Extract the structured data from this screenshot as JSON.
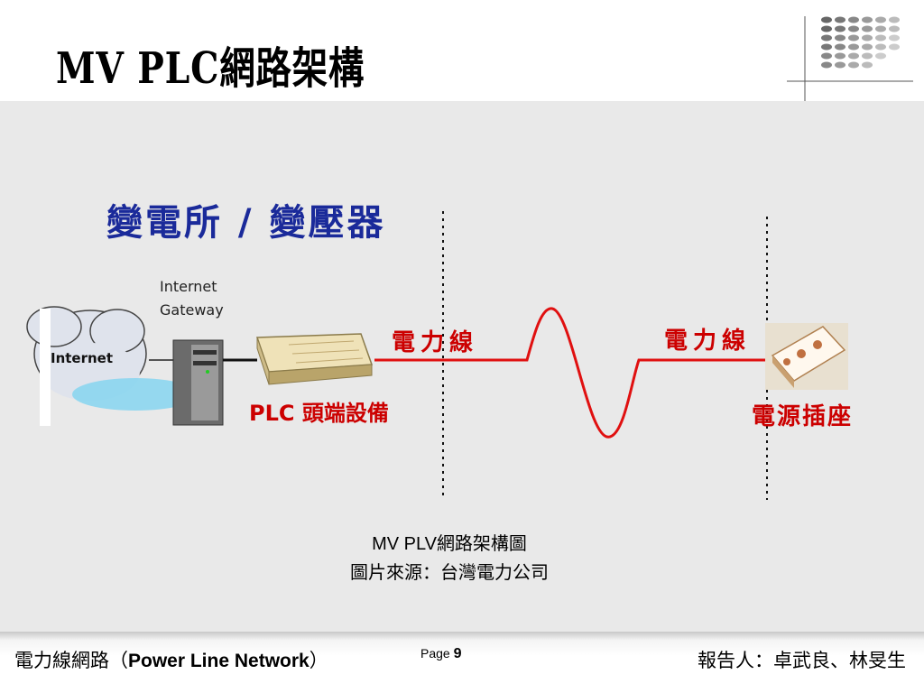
{
  "slide": {
    "title": "MV PLC網路架構"
  },
  "diagram": {
    "substation_label": "變電所 / 變壓器",
    "gateway_label_line1": "Internet",
    "gateway_label_line2": "Gateway",
    "cloud_label": "Internet",
    "plc_head_label": "PLC 頭端設備",
    "powerline_label_1": "電力線",
    "powerline_label_2": "電力線",
    "outlet_label": "電源插座",
    "colors": {
      "blue_text": "#1a2a9a",
      "red_text": "#cc0000",
      "power_line": "#e01010"
    }
  },
  "caption": {
    "line1": "MV PLV網路架構圖",
    "line2": "圖片來源：台灣電力公司"
  },
  "footer": {
    "left_prefix": "電力線網路（",
    "left_bold": "Power Line Network",
    "left_suffix": "）",
    "page_label": "Page",
    "page_number": "9",
    "right": "報告人：卓武良、林旻生"
  }
}
